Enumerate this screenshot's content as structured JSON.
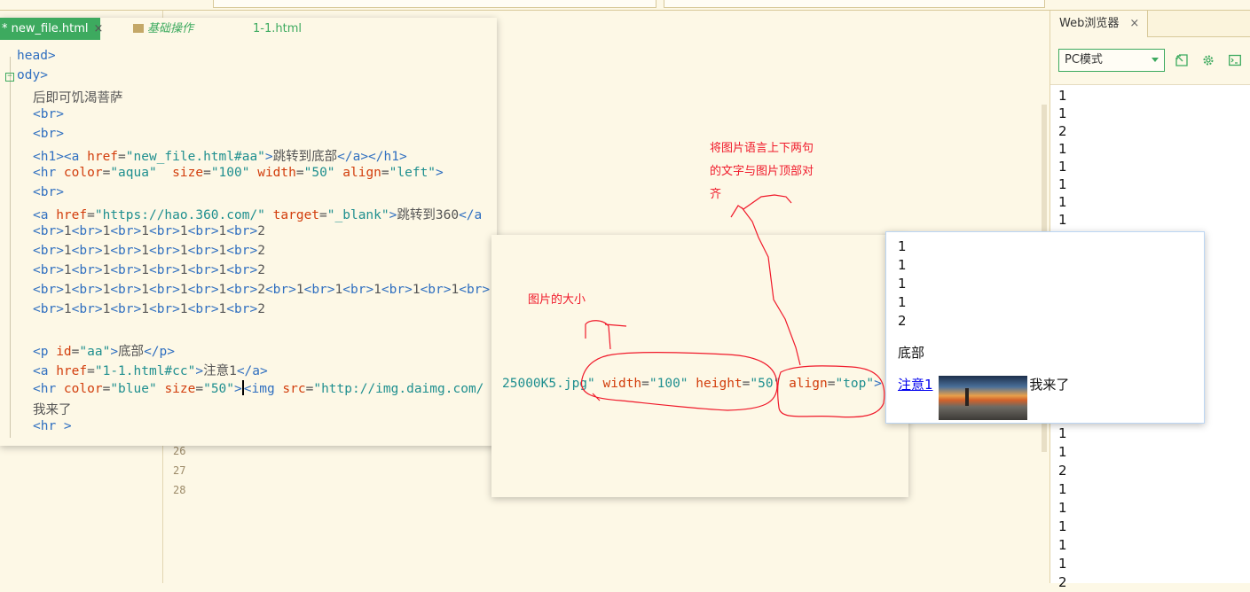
{
  "editor": {
    "tabs": [
      {
        "label": "* new_file.html",
        "close": "×"
      },
      {
        "label": "基础操作"
      },
      {
        "label": "1-1.html"
      }
    ],
    "lines": [
      [
        [
          "t",
          "head>"
        ]
      ],
      [
        [
          "t",
          "ody>"
        ]
      ],
      [
        [
          "x",
          "后即可饥渴菩萨"
        ]
      ],
      [
        [
          "t",
          "<br>"
        ]
      ],
      [
        [
          "t",
          "<br>"
        ]
      ],
      [
        [
          "t",
          "<h1><a "
        ],
        [
          "a",
          "href"
        ],
        [
          "p",
          "="
        ],
        [
          "v",
          "\"new_file.html#aa\""
        ],
        [
          "t",
          ">"
        ],
        [
          "x",
          "跳转到底部"
        ],
        [
          "t",
          "</a></h1>"
        ]
      ],
      [
        [
          "t",
          "<hr "
        ],
        [
          "a",
          "color"
        ],
        [
          "p",
          "="
        ],
        [
          "v",
          "\"aqua\""
        ],
        [
          "x",
          "  "
        ],
        [
          "a",
          "size"
        ],
        [
          "p",
          "="
        ],
        [
          "v",
          "\"100\""
        ],
        [
          "x",
          " "
        ],
        [
          "a",
          "width"
        ],
        [
          "p",
          "="
        ],
        [
          "v",
          "\"50\""
        ],
        [
          "x",
          " "
        ],
        [
          "a",
          "align"
        ],
        [
          "p",
          "="
        ],
        [
          "v",
          "\"left\""
        ],
        [
          "t",
          ">"
        ]
      ],
      [
        [
          "t",
          "<br>"
        ]
      ],
      [
        [
          "t",
          "<a "
        ],
        [
          "a",
          "href"
        ],
        [
          "p",
          "="
        ],
        [
          "v",
          "\"https://hao.360.com/\""
        ],
        [
          "x",
          " "
        ],
        [
          "a",
          "target"
        ],
        [
          "p",
          "="
        ],
        [
          "v",
          "\"_blank\""
        ],
        [
          "t",
          ">"
        ],
        [
          "x",
          "跳转到360"
        ],
        [
          "t",
          "</a"
        ]
      ],
      [
        [
          "t",
          "<br>"
        ],
        [
          "x",
          "1"
        ],
        [
          "t",
          "<br>"
        ],
        [
          "x",
          "1"
        ],
        [
          "t",
          "<br>"
        ],
        [
          "x",
          "1"
        ],
        [
          "t",
          "<br>"
        ],
        [
          "x",
          "1"
        ],
        [
          "t",
          "<br>"
        ],
        [
          "x",
          "1"
        ],
        [
          "t",
          "<br>"
        ],
        [
          "x",
          "2"
        ]
      ],
      [
        [
          "t",
          "<br>"
        ],
        [
          "x",
          "1"
        ],
        [
          "t",
          "<br>"
        ],
        [
          "x",
          "1"
        ],
        [
          "t",
          "<br>"
        ],
        [
          "x",
          "1"
        ],
        [
          "t",
          "<br>"
        ],
        [
          "x",
          "1"
        ],
        [
          "t",
          "<br>"
        ],
        [
          "x",
          "1"
        ],
        [
          "t",
          "<br>"
        ],
        [
          "x",
          "2"
        ]
      ],
      [
        [
          "t",
          "<br>"
        ],
        [
          "x",
          "1"
        ],
        [
          "t",
          "<br>"
        ],
        [
          "x",
          "1"
        ],
        [
          "t",
          "<br>"
        ],
        [
          "x",
          "1"
        ],
        [
          "t",
          "<br>"
        ],
        [
          "x",
          "1"
        ],
        [
          "t",
          "<br>"
        ],
        [
          "x",
          "1"
        ],
        [
          "t",
          "<br>"
        ],
        [
          "x",
          "2"
        ]
      ],
      [
        [
          "t",
          "<br>"
        ],
        [
          "x",
          "1"
        ],
        [
          "t",
          "<br>"
        ],
        [
          "x",
          "1"
        ],
        [
          "t",
          "<br>"
        ],
        [
          "x",
          "1"
        ],
        [
          "t",
          "<br>"
        ],
        [
          "x",
          "1"
        ],
        [
          "t",
          "<br>"
        ],
        [
          "x",
          "1"
        ],
        [
          "t",
          "<br>"
        ],
        [
          "x",
          "2"
        ],
        [
          "t",
          "<br>"
        ],
        [
          "x",
          "1"
        ],
        [
          "t",
          "<br>"
        ],
        [
          "x",
          "1"
        ],
        [
          "t",
          "<br>"
        ],
        [
          "x",
          "1"
        ],
        [
          "t",
          "<br>"
        ],
        [
          "x",
          "1"
        ],
        [
          "t",
          "<br>"
        ],
        [
          "x",
          "1"
        ],
        [
          "t",
          "<br>"
        ]
      ],
      [
        [
          "t",
          "<br>"
        ],
        [
          "x",
          "1"
        ],
        [
          "t",
          "<br>"
        ],
        [
          "x",
          "1"
        ],
        [
          "t",
          "<br>"
        ],
        [
          "x",
          "1"
        ],
        [
          "t",
          "<br>"
        ],
        [
          "x",
          "1"
        ],
        [
          "t",
          "<br>"
        ],
        [
          "x",
          "1"
        ],
        [
          "t",
          "<br>"
        ],
        [
          "x",
          "2"
        ]
      ],
      [],
      [
        [
          "t",
          "<p "
        ],
        [
          "a",
          "id"
        ],
        [
          "p",
          "="
        ],
        [
          "v",
          "\"aa\""
        ],
        [
          "t",
          ">"
        ],
        [
          "x",
          "底部"
        ],
        [
          "t",
          "</p>"
        ]
      ],
      [
        [
          "t",
          "<a "
        ],
        [
          "a",
          "href"
        ],
        [
          "p",
          "="
        ],
        [
          "v",
          "\"1-1.html#cc\""
        ],
        [
          "t",
          ">"
        ],
        [
          "x",
          "注意1"
        ],
        [
          "t",
          "</a>"
        ]
      ],
      [
        [
          "t",
          "<hr "
        ],
        [
          "a",
          "color"
        ],
        [
          "p",
          "="
        ],
        [
          "v",
          "\"blue\""
        ],
        [
          "x",
          " "
        ],
        [
          "a",
          "size"
        ],
        [
          "p",
          "="
        ],
        [
          "v",
          "\"50\""
        ],
        [
          "t",
          ">"
        ],
        [
          "caret",
          ""
        ],
        [
          "t",
          "<img "
        ],
        [
          "a",
          "src"
        ],
        [
          "p",
          "="
        ],
        [
          "v",
          "\"http://img.daimg.com/"
        ]
      ],
      [
        [
          "x",
          "我来了"
        ]
      ],
      [
        [
          "t",
          "<hr >"
        ]
      ]
    ],
    "line_numbers": [
      "26",
      "27",
      "28"
    ]
  },
  "middle_line": [
    [
      "v",
      "25000K5.jpg\""
    ],
    [
      "x",
      " "
    ],
    [
      "a",
      "width"
    ],
    [
      "p",
      "="
    ],
    [
      "v",
      "\"100\""
    ],
    [
      "x",
      " "
    ],
    [
      "a",
      "height"
    ],
    [
      "p",
      "="
    ],
    [
      "v",
      "\"50\""
    ],
    [
      "x",
      " "
    ],
    [
      "a",
      "align"
    ],
    [
      "p",
      "="
    ],
    [
      "v",
      "\"top\""
    ],
    [
      "t",
      ">"
    ]
  ],
  "annotations": {
    "align_note": [
      "将图片语言上下两句",
      "的文字与图片顶部对",
      "齐"
    ],
    "size_note": "图片的大小"
  },
  "browser_panel": {
    "tab_label": "Web浏览器",
    "tab_close": "×",
    "mode_select": "PC模式",
    "icons": [
      "open-external-icon",
      "settings-gear-icon",
      "console-icon"
    ],
    "top_numbers": [
      "1",
      "1",
      "2",
      "1",
      "1",
      "1",
      "1",
      "1"
    ],
    "bottom_numbers": [
      "1",
      "1",
      "2",
      "1",
      "1",
      "1",
      "1",
      "1",
      "2"
    ]
  },
  "preview_popup": {
    "numbers": [
      "1",
      "1",
      "1",
      "1",
      "2"
    ],
    "bottom_text": "底部",
    "link_text": "注意1",
    "after_image_text": "我来了",
    "link_color": "#0000ee"
  },
  "colors": {
    "accent_green": "#3daa5f",
    "annotation_red": "#f0192a",
    "editor_bg": "#fdf8e6"
  }
}
